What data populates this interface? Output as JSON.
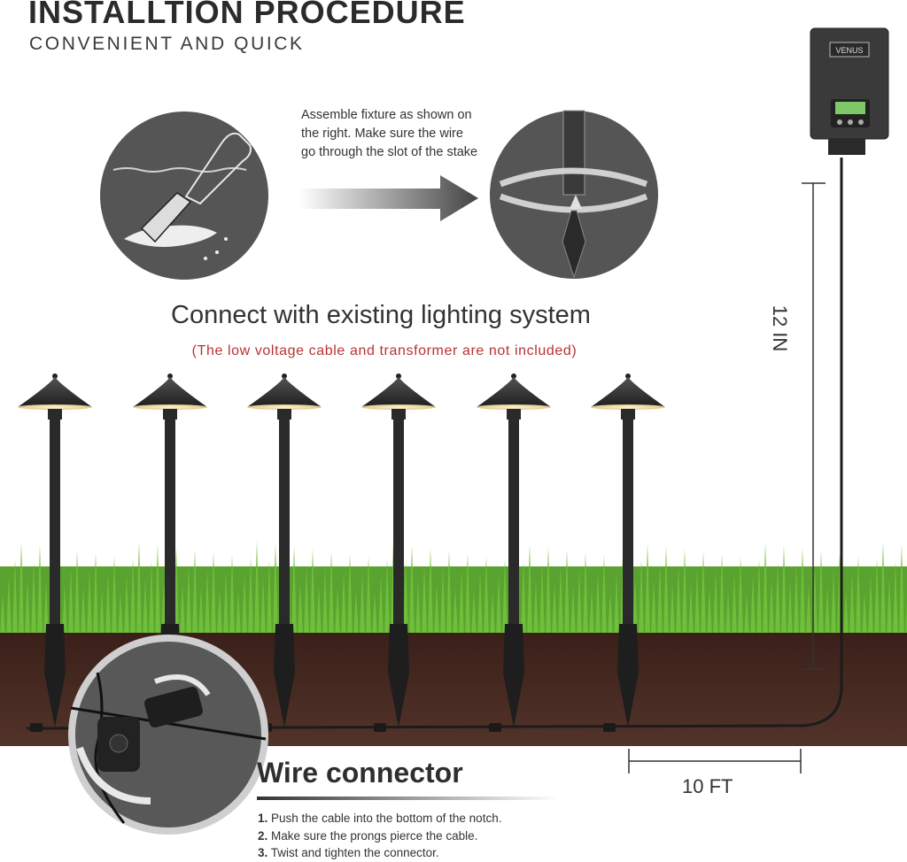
{
  "header": {
    "title": "INSTALLTION PROCEDURE",
    "subtitle": "CONVENIENT AND QUICK"
  },
  "assembly": {
    "instruction": "Assemble fixture as shown on the right. Make sure the wire go through the slot of the stake"
  },
  "connection": {
    "heading": "Connect with existing lighting system",
    "note": "(The low voltage cable and transformer are not included)"
  },
  "transformer": {
    "brand": "VENUS"
  },
  "dimensions": {
    "height_label": "12 IN",
    "width_label": "10 FT"
  },
  "wire_connector": {
    "heading": "Wire connector",
    "steps": [
      {
        "num": "1.",
        "text": "Push the cable into the bottom of the notch."
      },
      {
        "num": "2.",
        "text": "Make sure the prongs pierce the cable."
      },
      {
        "num": "3.",
        "text": "Twist and tighten the connector."
      }
    ]
  },
  "colors": {
    "note_red": "#b83232",
    "circle_gray": "#555555",
    "soil": "#4a2a20",
    "grass": "#4f9a2a",
    "fixture": "#2a2a2a"
  }
}
